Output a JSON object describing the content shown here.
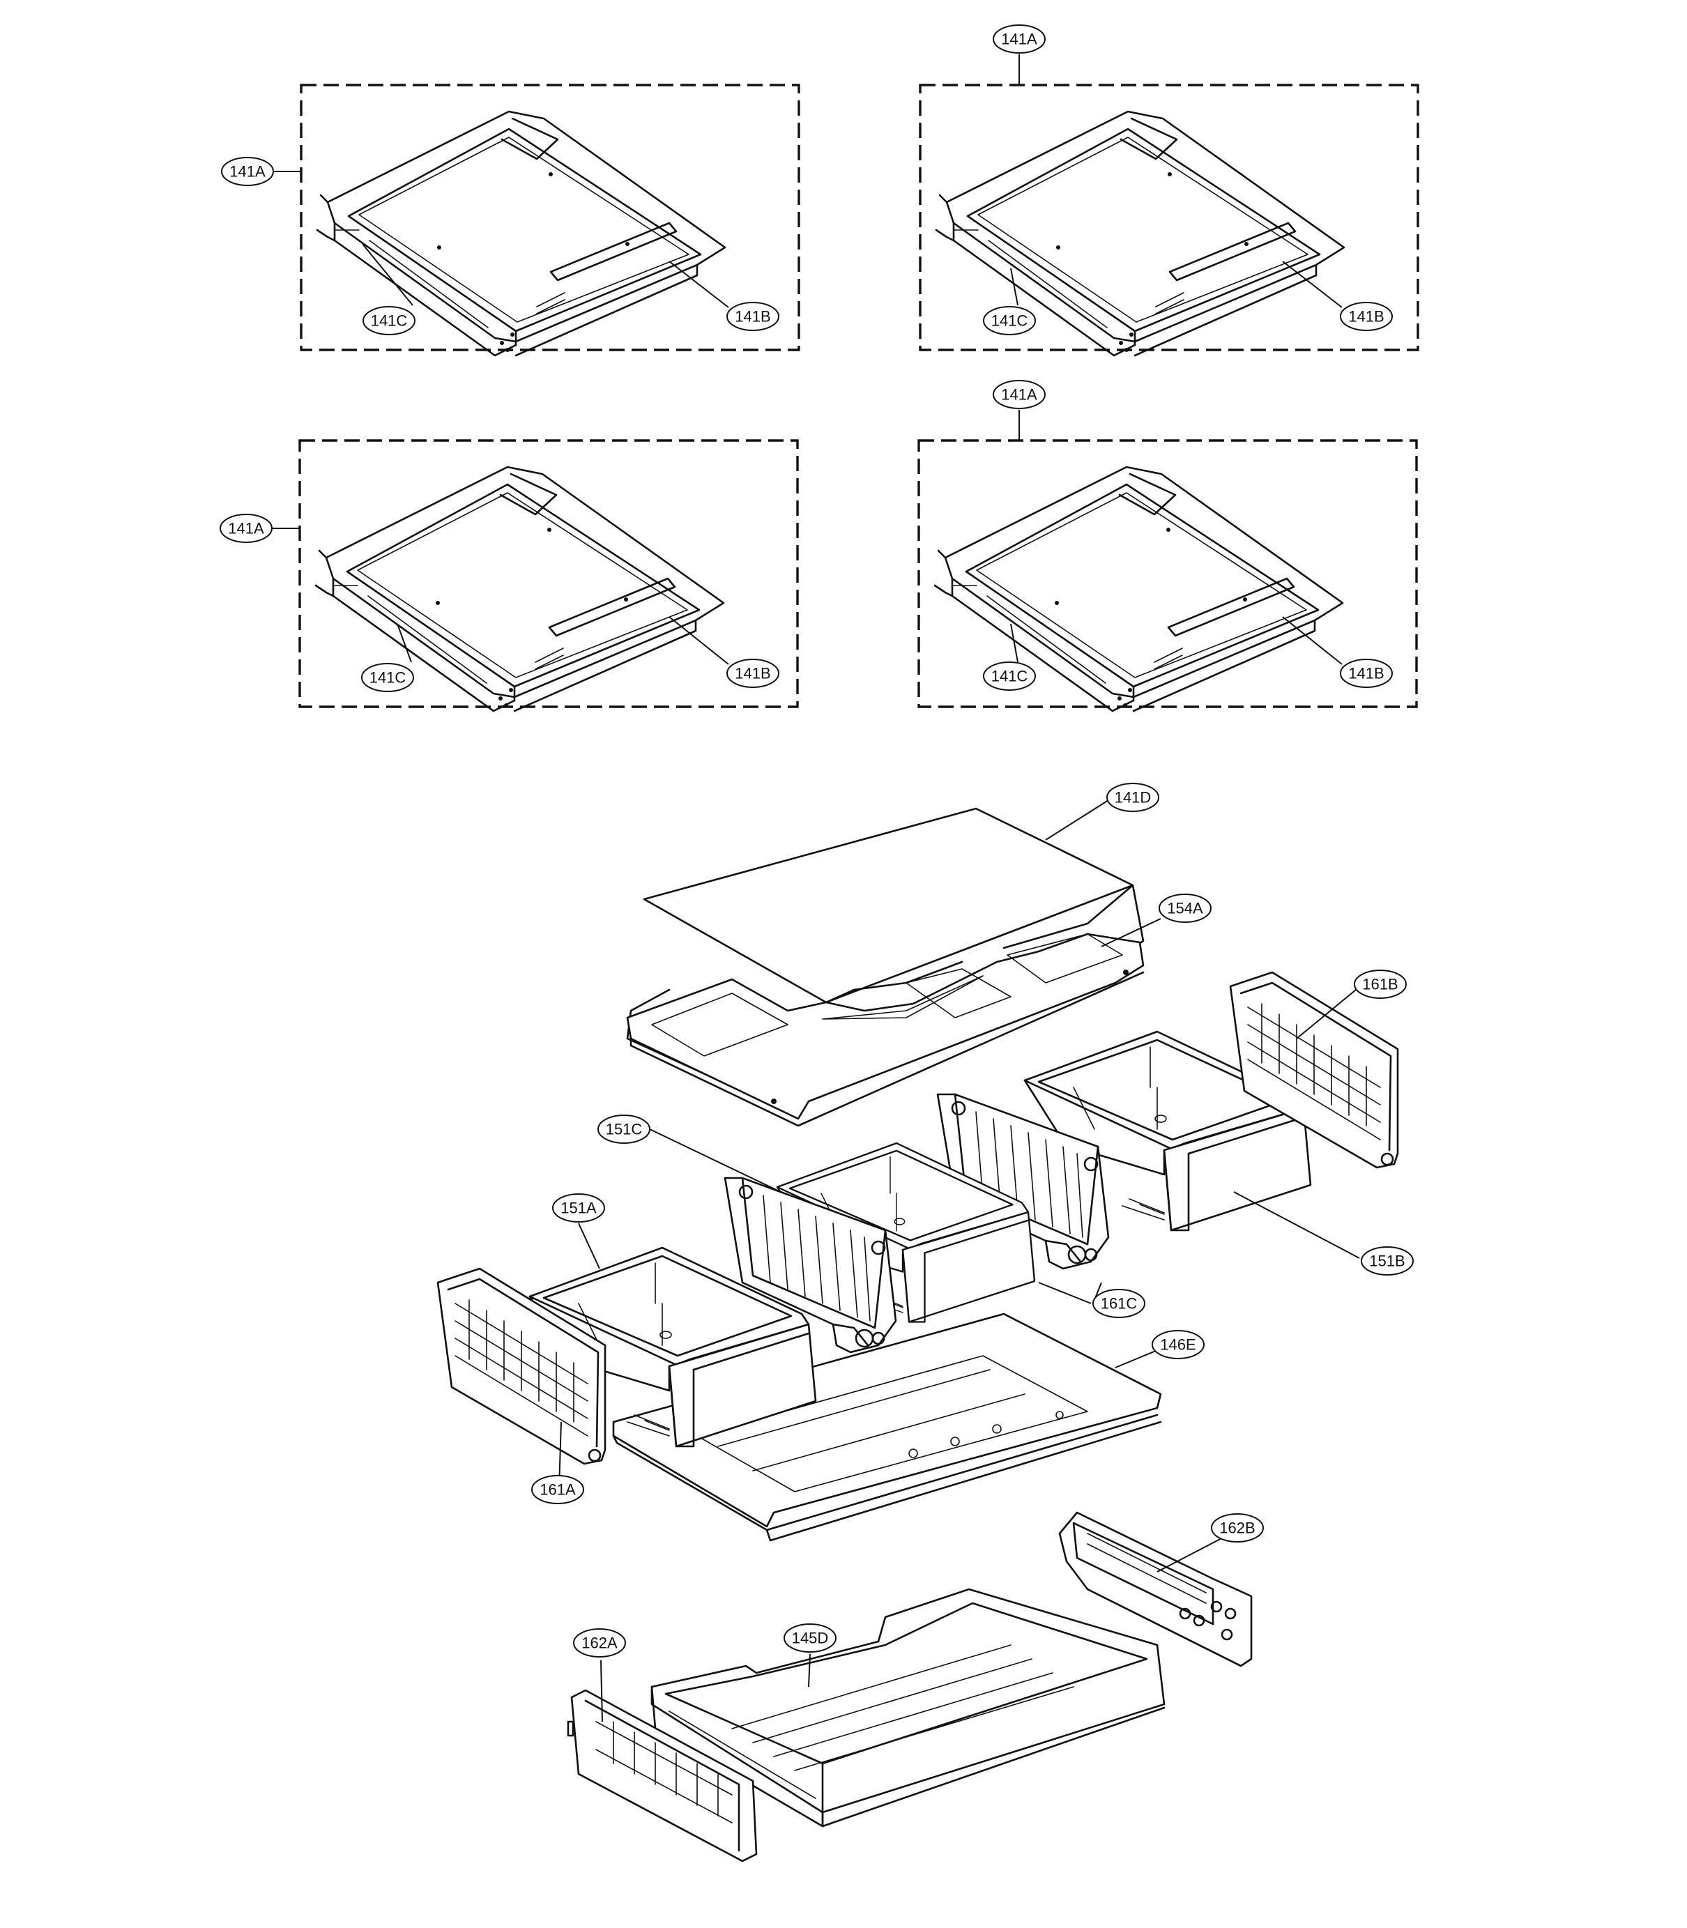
{
  "callouts": {
    "shelf1_a": "141A",
    "shelf1_b": "141B",
    "shelf1_c": "141C",
    "shelf2_a": "141A",
    "shelf2_b": "141B",
    "shelf2_c": "141C",
    "shelf3_a": "141A",
    "shelf3_b": "141B",
    "shelf3_c": "141C",
    "shelf4_a": "141A",
    "shelf4_b": "141B",
    "shelf4_c": "141C",
    "glass": "141D",
    "cover": "154A",
    "divider_right": "161B",
    "bin_middle": "151C",
    "bin_left": "151A",
    "bin_right": "151B",
    "divider_center": "161C",
    "tray": "146E",
    "divider_left": "161A",
    "rail_right": "162B",
    "drawer": "145D",
    "rail_left": "162A"
  }
}
